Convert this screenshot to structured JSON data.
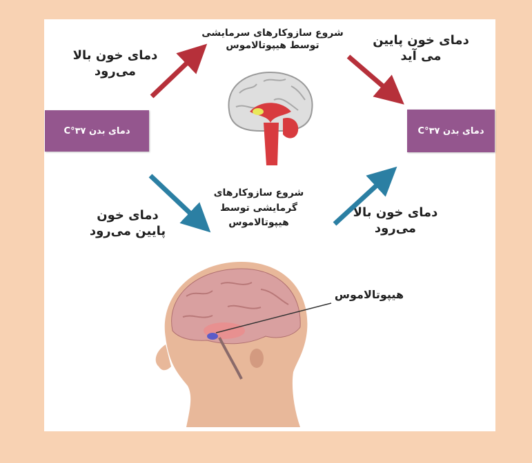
{
  "colors": {
    "background": "#f8d2b3",
    "panel": "#ffffff",
    "box": "#94568e",
    "arrow_red": "#b6303a",
    "arrow_blue": "#2b7fa3",
    "brain": "#d83b3f"
  },
  "diagram": {
    "left_box": "دمای بدن ٣٧°C",
    "right_box": "دمای بدن ٣٧°C",
    "top_left": [
      "دمای خون بالا",
      "می‌رود"
    ],
    "top_center": [
      "شروع سازوکارهای سرمایشی",
      "توسط هیپوتالاموس"
    ],
    "top_right": [
      "دمای خون پایین",
      "می آید"
    ],
    "bottom_left": [
      "دمای خون",
      "پایین می‌رود"
    ],
    "bottom_center": [
      "شروع سازوکارهای",
      "گرمایشی توسط",
      "هیپوتالاموس"
    ],
    "bottom_right": [
      "دمای خون بالا",
      "می‌رود"
    ],
    "head_label": "هیپوتالاموس"
  },
  "icons": [
    "red-arrow-icon",
    "blue-arrow-icon",
    "brain-icon",
    "head-illustration"
  ]
}
